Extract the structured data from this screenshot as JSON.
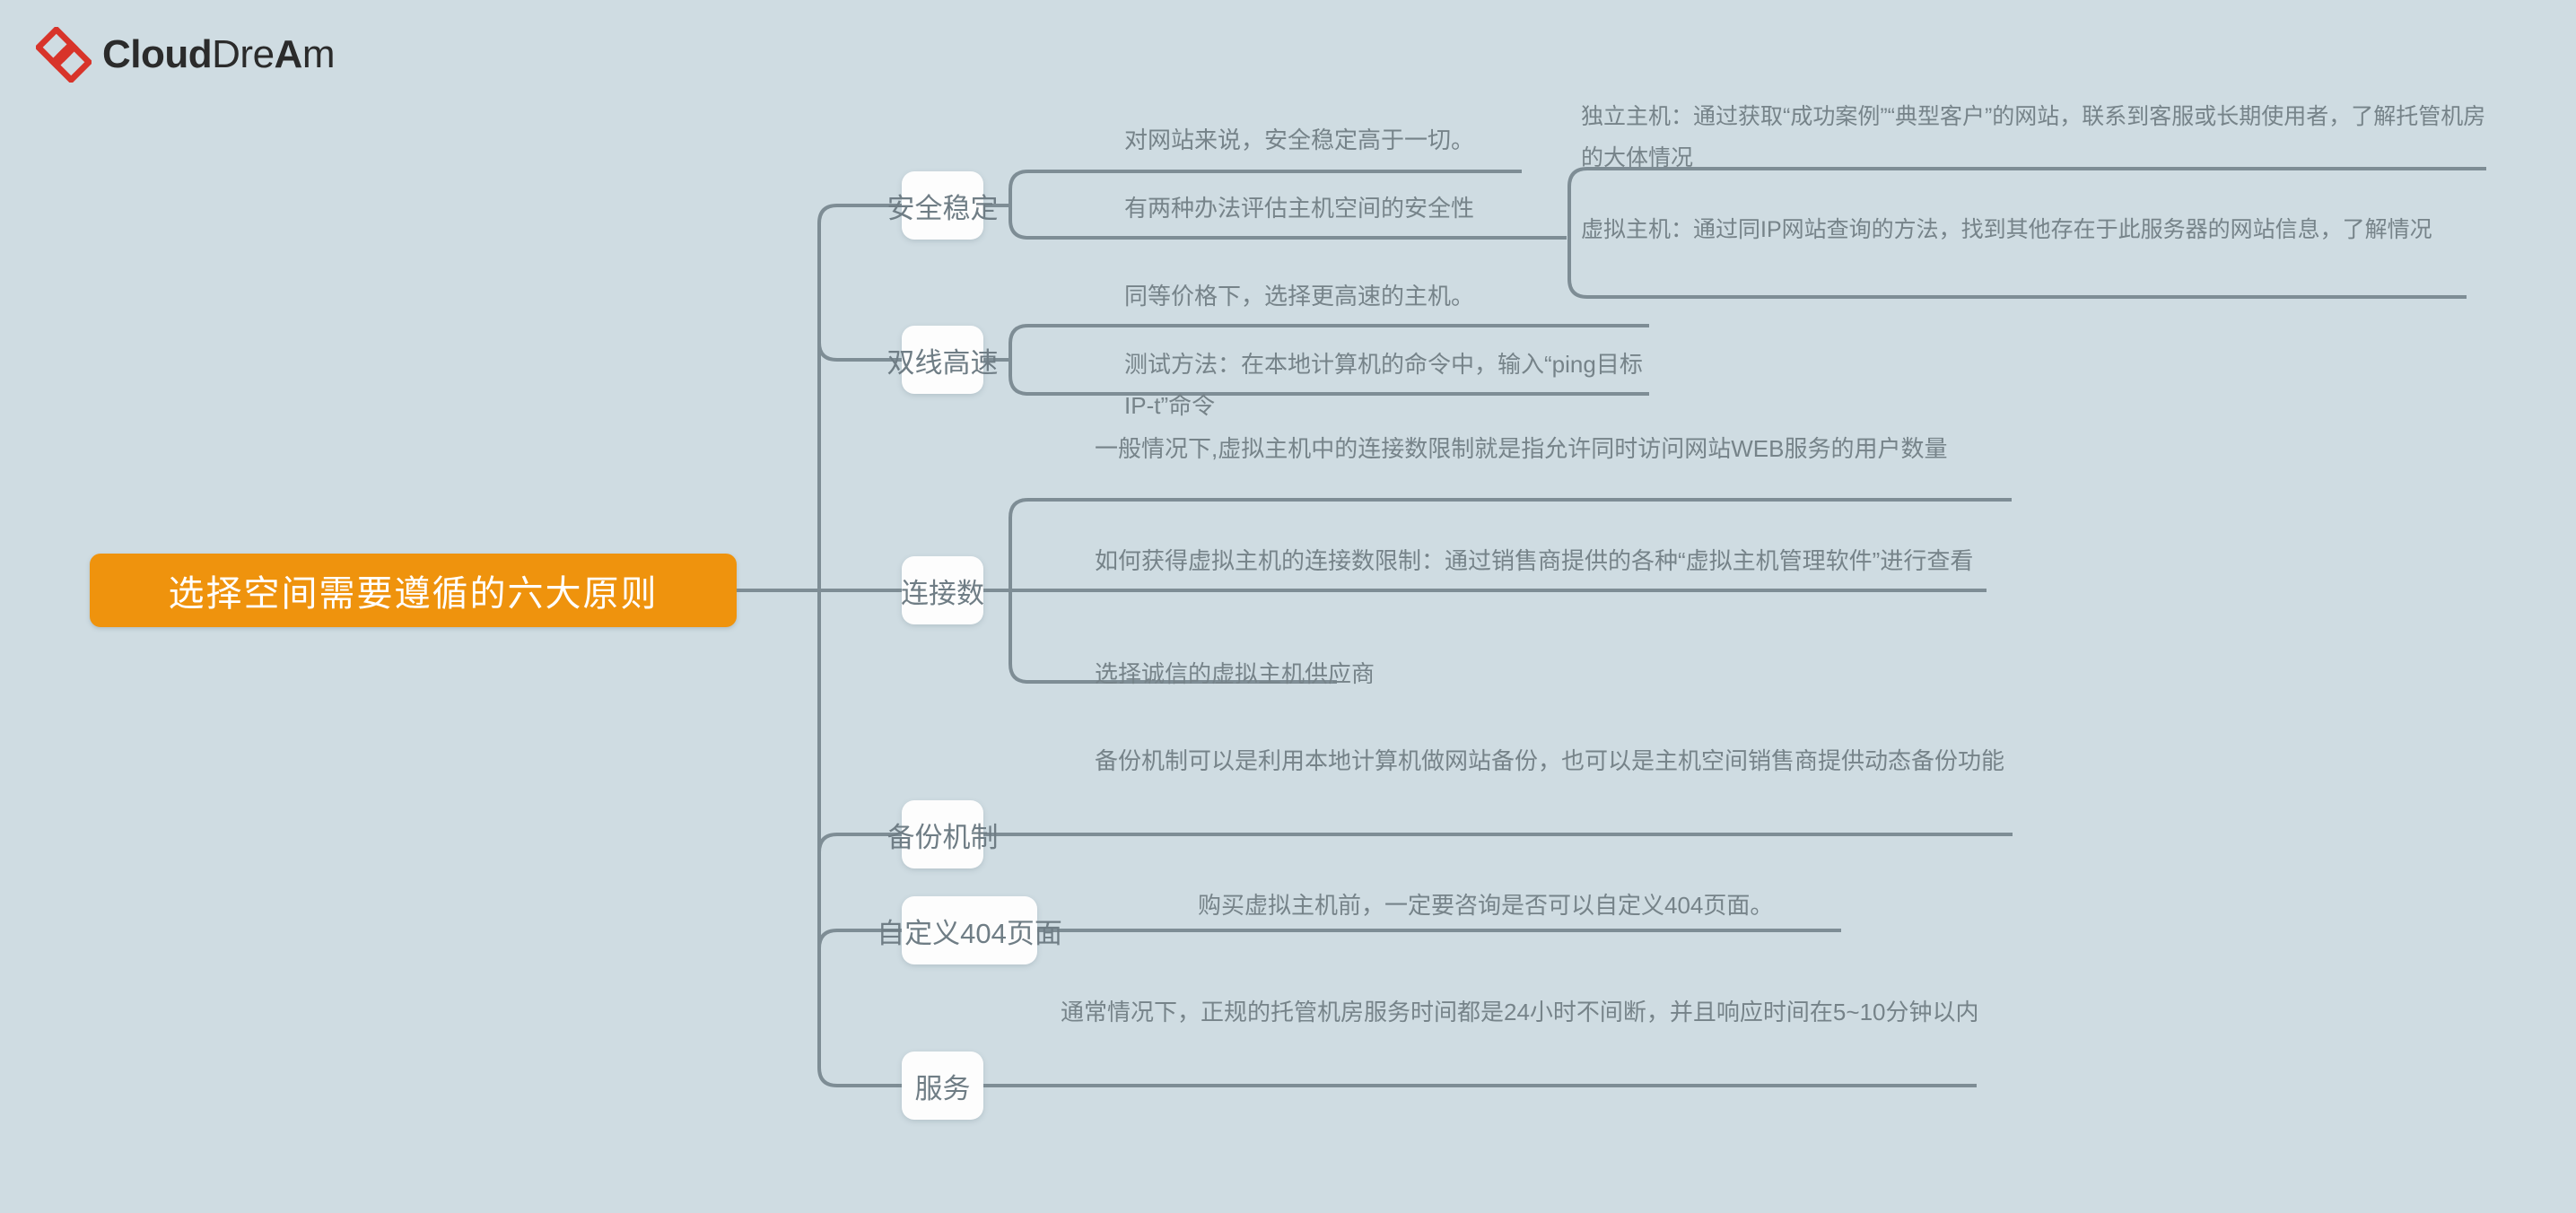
{
  "brand": {
    "name_bold": "Cloud",
    "name_light": "Dre",
    "name_accent": "A",
    "name_tail": "m",
    "logo_color": "#d8342a",
    "text_color": "#2b2b2b"
  },
  "theme": {
    "background": "#cfdce2",
    "root_fill": "#ef930d",
    "root_text": "#ffffff",
    "node_fill": "#fdfdfd",
    "node_text": "#6f7d85",
    "branch_text": "#768389",
    "line_color": "#7e8d95"
  },
  "mindmap": {
    "root": "选择空间需要遵循的六大原则",
    "branches": [
      {
        "label": "安全稳定",
        "children": [
          {
            "text": "对网站来说，安全稳定高于一切。",
            "children": []
          },
          {
            "text": "有两种办法评估主机空间的安全性",
            "children": [
              {
                "text": "独立主机：通过获取“成功案例”“典型客户”的网站，联系到客服或长期使用者，了解托管机房的大体情况"
              },
              {
                "text": "虚拟主机：通过同IP网站查询的方法，找到其他存在于此服务器的网站信息，了解情况"
              }
            ]
          }
        ]
      },
      {
        "label": "双线高速",
        "children": [
          {
            "text": "同等价格下，选择更高速的主机。",
            "children": []
          },
          {
            "text": "测试方法：在本地计算机的命令中，输入“ping目标IP-t”命令",
            "children": []
          }
        ]
      },
      {
        "label": "连接数",
        "children": [
          {
            "text": "一般情况下,虚拟主机中的连接数限制就是指允许同时访问网站WEB服务的用户数量",
            "children": []
          },
          {
            "text": "如何获得虚拟主机的连接数限制：通过销售商提供的各种“虚拟主机管理软件”进行查看",
            "children": []
          },
          {
            "text": "选择诚信的虚拟主机供应商",
            "children": []
          }
        ]
      },
      {
        "label": "备份机制",
        "children": [
          {
            "text": "备份机制可以是利用本地计算机做网站备份，也可以是主机空间销售商提供动态备份功能",
            "children": []
          }
        ]
      },
      {
        "label": "自定义404页面",
        "children": [
          {
            "text": "购买虚拟主机前，一定要咨询是否可以自定义404页面。",
            "children": []
          }
        ]
      },
      {
        "label": "服务",
        "children": [
          {
            "text": "通常情况下，正规的托管机房服务时间都是24小时不间断，并且响应时间在5~10分钟以内",
            "children": []
          }
        ]
      }
    ]
  }
}
